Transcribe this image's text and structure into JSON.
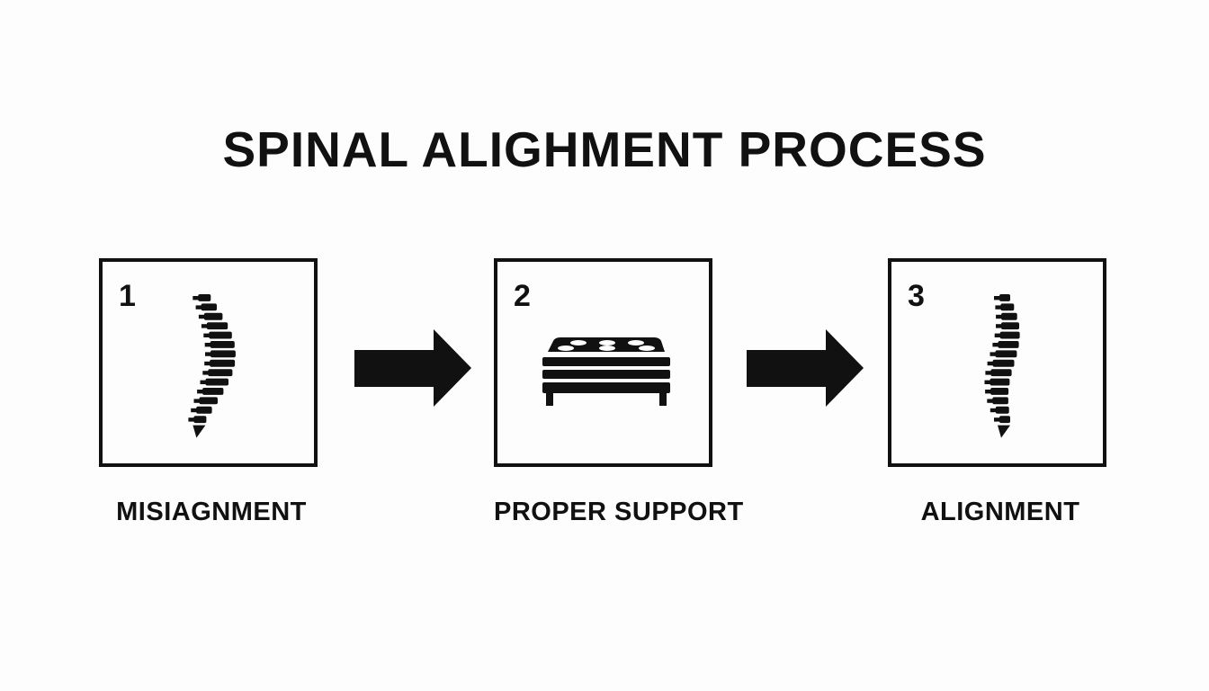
{
  "title": "SPINAL ALIGHMENT PROCESS",
  "steps": [
    {
      "number": "1",
      "label": "MISIAGNMENT",
      "icon": "curved-spine-icon"
    },
    {
      "number": "2",
      "label": "PROPER SUPPORT",
      "icon": "mattress-icon"
    },
    {
      "number": "3",
      "label": "ALIGNMENT",
      "icon": "straight-spine-icon"
    }
  ],
  "colors": {
    "ink": "#111111",
    "background": "#fdfdfd"
  }
}
